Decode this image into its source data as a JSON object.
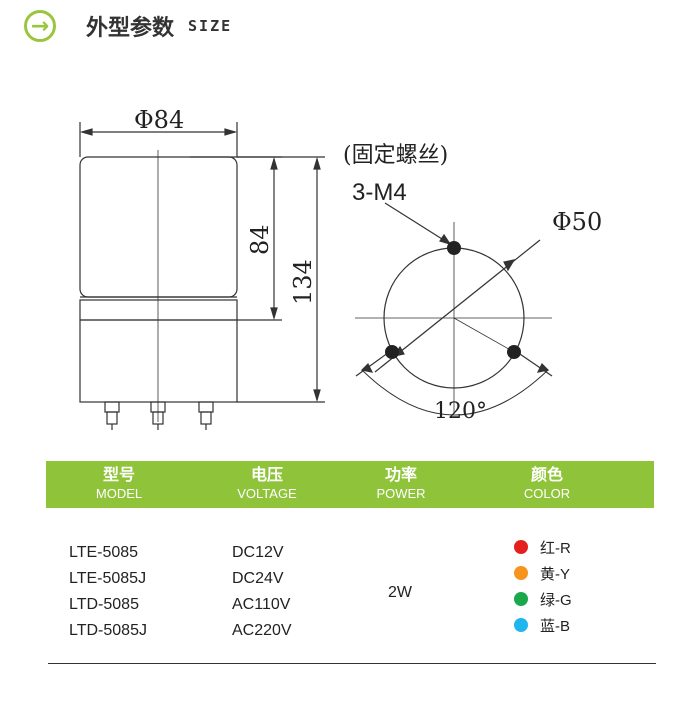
{
  "header": {
    "icon": "arrow-right-circle-icon",
    "title_cn": "外型参数",
    "title_en": "SIZE"
  },
  "drawing": {
    "diameter_top": "Φ84",
    "height_upper": "84",
    "height_total": "134",
    "screw_note": "(固定螺丝)",
    "screw_spec": "3-M4",
    "bolt_circle": "Φ50",
    "angle": "120°"
  },
  "table": {
    "headers": [
      {
        "cn": "型号",
        "en": "MODEL"
      },
      {
        "cn": "电压",
        "en": "VOLTAGE"
      },
      {
        "cn": "功率",
        "en": "POWER"
      },
      {
        "cn": "颜色",
        "en": "COLOR"
      }
    ],
    "models": [
      "LTE-5085",
      "LTE-5085J",
      "LTD-5085",
      "LTD-5085J"
    ],
    "voltages": [
      "DC12V",
      "DC24V",
      "AC110V",
      "AC220V"
    ],
    "power": "2W",
    "colors": [
      {
        "label": "红-R",
        "hex": "#e3201b"
      },
      {
        "label": "黄-Y",
        "hex": "#f7941d"
      },
      {
        "label": "绿-G",
        "hex": "#1aa84b"
      },
      {
        "label": "蓝-B",
        "hex": "#1fb6ee"
      }
    ]
  },
  "colors": {
    "accent": "#8fc43a"
  }
}
